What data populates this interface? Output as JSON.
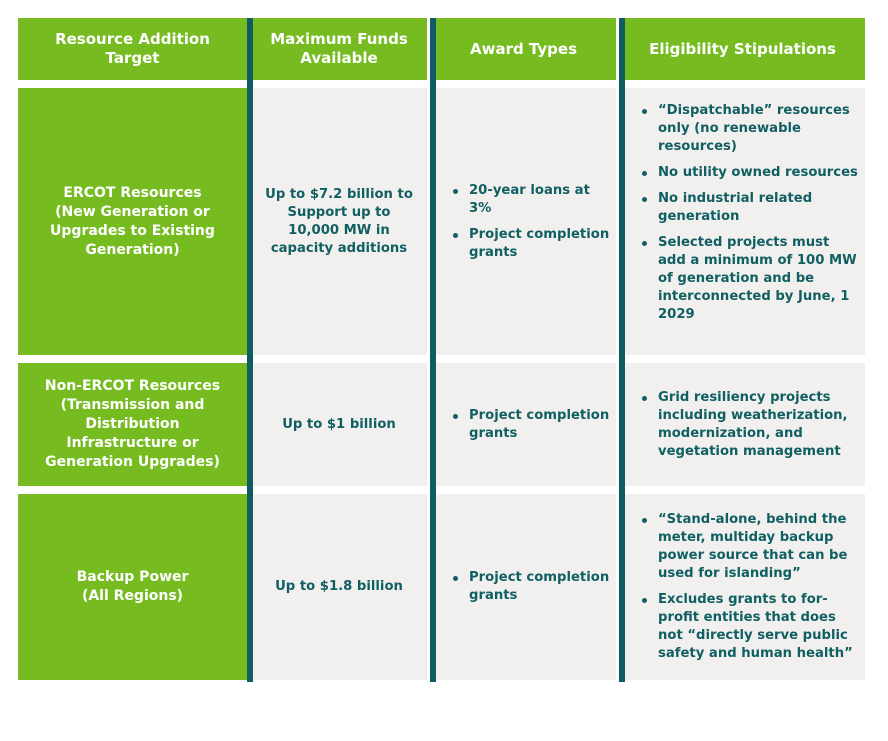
{
  "headers": [
    "Resource Addition Target",
    "Maximum Funds Available",
    "Award Types",
    "Eligibility Stipulations"
  ],
  "rows": [
    {
      "target": "ERCOT Resources\n(New Generation or Upgrades to Existing Generation)",
      "funds": "Up to $7.2 billion to Support up to 10,000 MW in capacity additions",
      "awards": [
        "20-year loans at 3%",
        "Project completion grants"
      ],
      "eligibility": [
        "“Dispatchable” resources only (no renewable resources)",
        "No utility owned resources",
        "No industrial related generation",
        "Selected projects must add a minimum of 100 MW of generation and be interconnected by June, 1 2029"
      ]
    },
    {
      "target": "Non-ERCOT Resources\n(Transmission and Distribution Infrastructure or Generation Upgrades)",
      "funds": "Up to $1 billion",
      "awards": [
        "Project completion grants"
      ],
      "eligibility": [
        "Grid resiliency projects including weatherization, modernization, and vegetation management"
      ]
    },
    {
      "target": "Backup Power\n(All Regions)",
      "funds": "Up to $1.8 billion",
      "awards": [
        "Project completion grants"
      ],
      "eligibility": [
        "“Stand-alone, behind the meter, multiday backup power source that can be used for islanding”",
        "Excludes grants to for-profit entities that does not “directly serve public safety and human health”"
      ]
    }
  ],
  "colors": {
    "green": "#76bc21",
    "teal": "#0f5c63",
    "cell_bg": "#f2f0ee",
    "text": "#0f5f63"
  }
}
